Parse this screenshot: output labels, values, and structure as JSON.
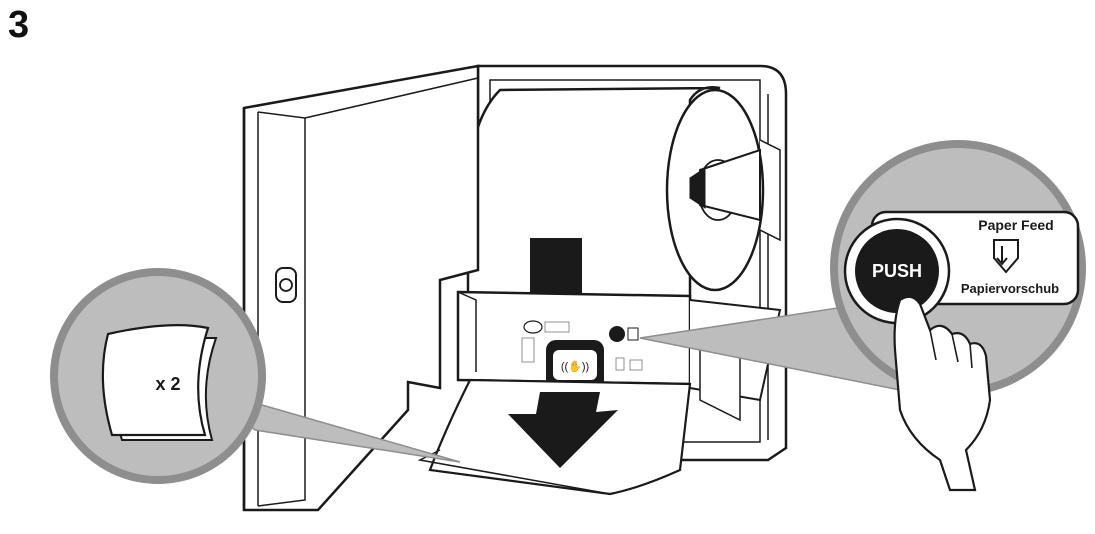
{
  "step": {
    "number": "3"
  },
  "callout_left": {
    "quantity": "x 2"
  },
  "callout_right": {
    "button_label": "PUSH",
    "feed_label_en": "Paper Feed",
    "feed_label_de": "Papiervorschub"
  },
  "colors": {
    "line": "#1a1a1a",
    "callout_fill": "#bdbdbd",
    "callout_ring": "#8e8e8e",
    "arrow": "#1a1a1a",
    "button": "#1a1a1a"
  }
}
